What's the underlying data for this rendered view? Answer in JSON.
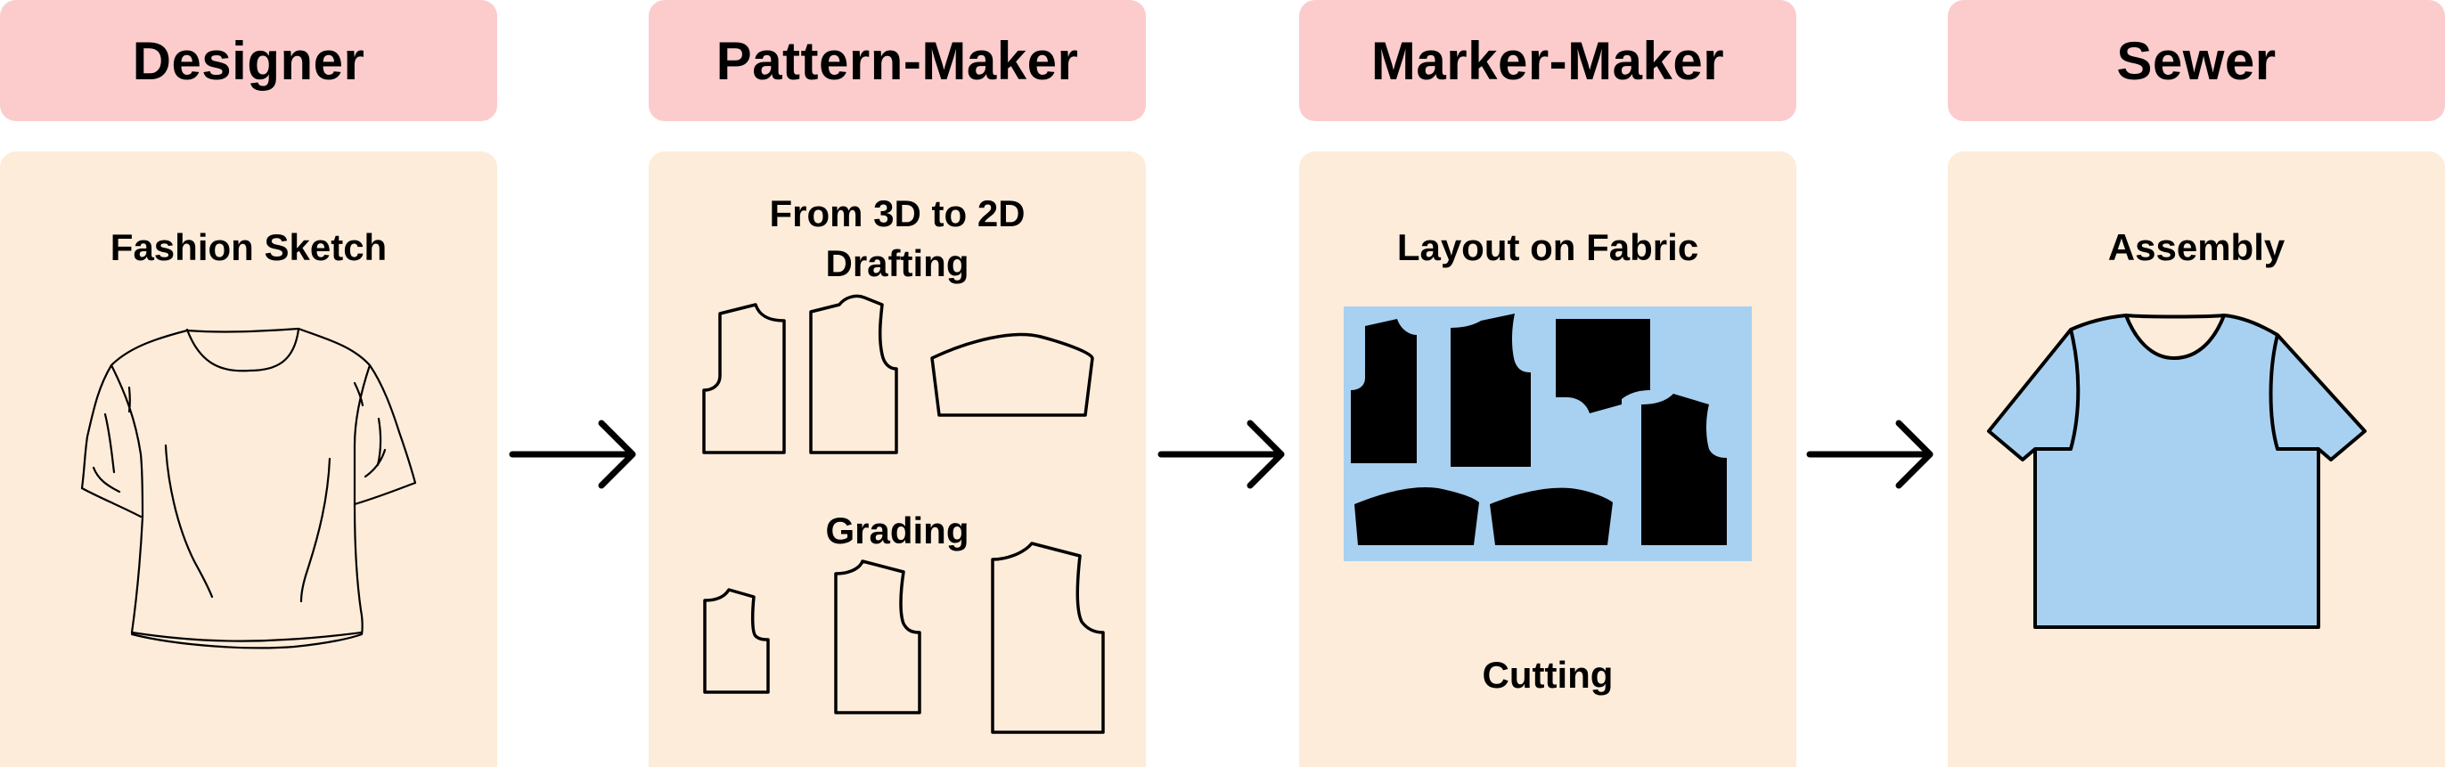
{
  "stages": [
    {
      "title": "Designer"
    },
    {
      "title": "Pattern-Maker"
    },
    {
      "title": "Marker-Maker"
    },
    {
      "title": "Sewer"
    }
  ],
  "panels": {
    "designer": {
      "label": "Fashion Sketch"
    },
    "pattern_maker": {
      "label_line1": "From 3D to 2D",
      "label_line2": "Drafting",
      "grading_label": "Grading"
    },
    "marker_maker": {
      "label": "Layout on Fabric",
      "cutting_label": "Cutting"
    },
    "sewer": {
      "label": "Assembly"
    }
  },
  "colors": {
    "header_bg": "#fccccc",
    "panel_bg": "#fdecd9",
    "fabric": "#a8d1f1",
    "pattern_fill": "#000000",
    "shirt_fill": "#a8d1f1"
  }
}
